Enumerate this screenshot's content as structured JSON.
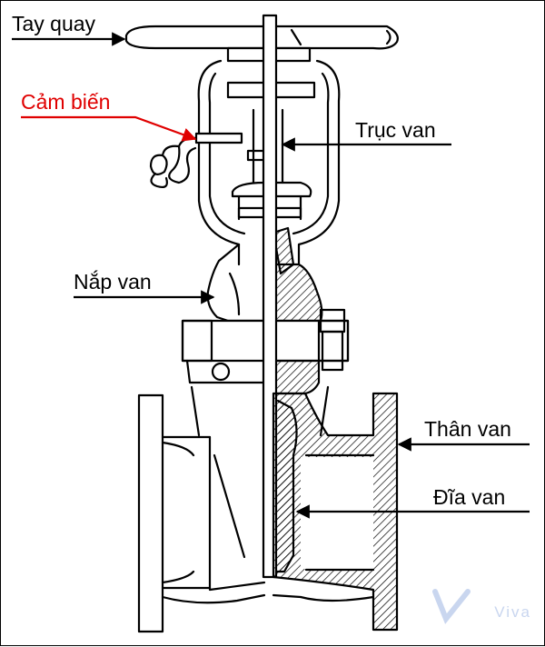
{
  "labels": {
    "tay_quay": "Tay quay",
    "cam_bien": "Cảm biến",
    "truc_van": "Trục van",
    "nap_van": "Nắp van",
    "than_van": "Thân van",
    "dia_van": "Đĩa van"
  },
  "watermark": "Viva",
  "colors": {
    "line": "#000000",
    "sensor": "#e00000",
    "watermark": "#c9d6ef"
  }
}
